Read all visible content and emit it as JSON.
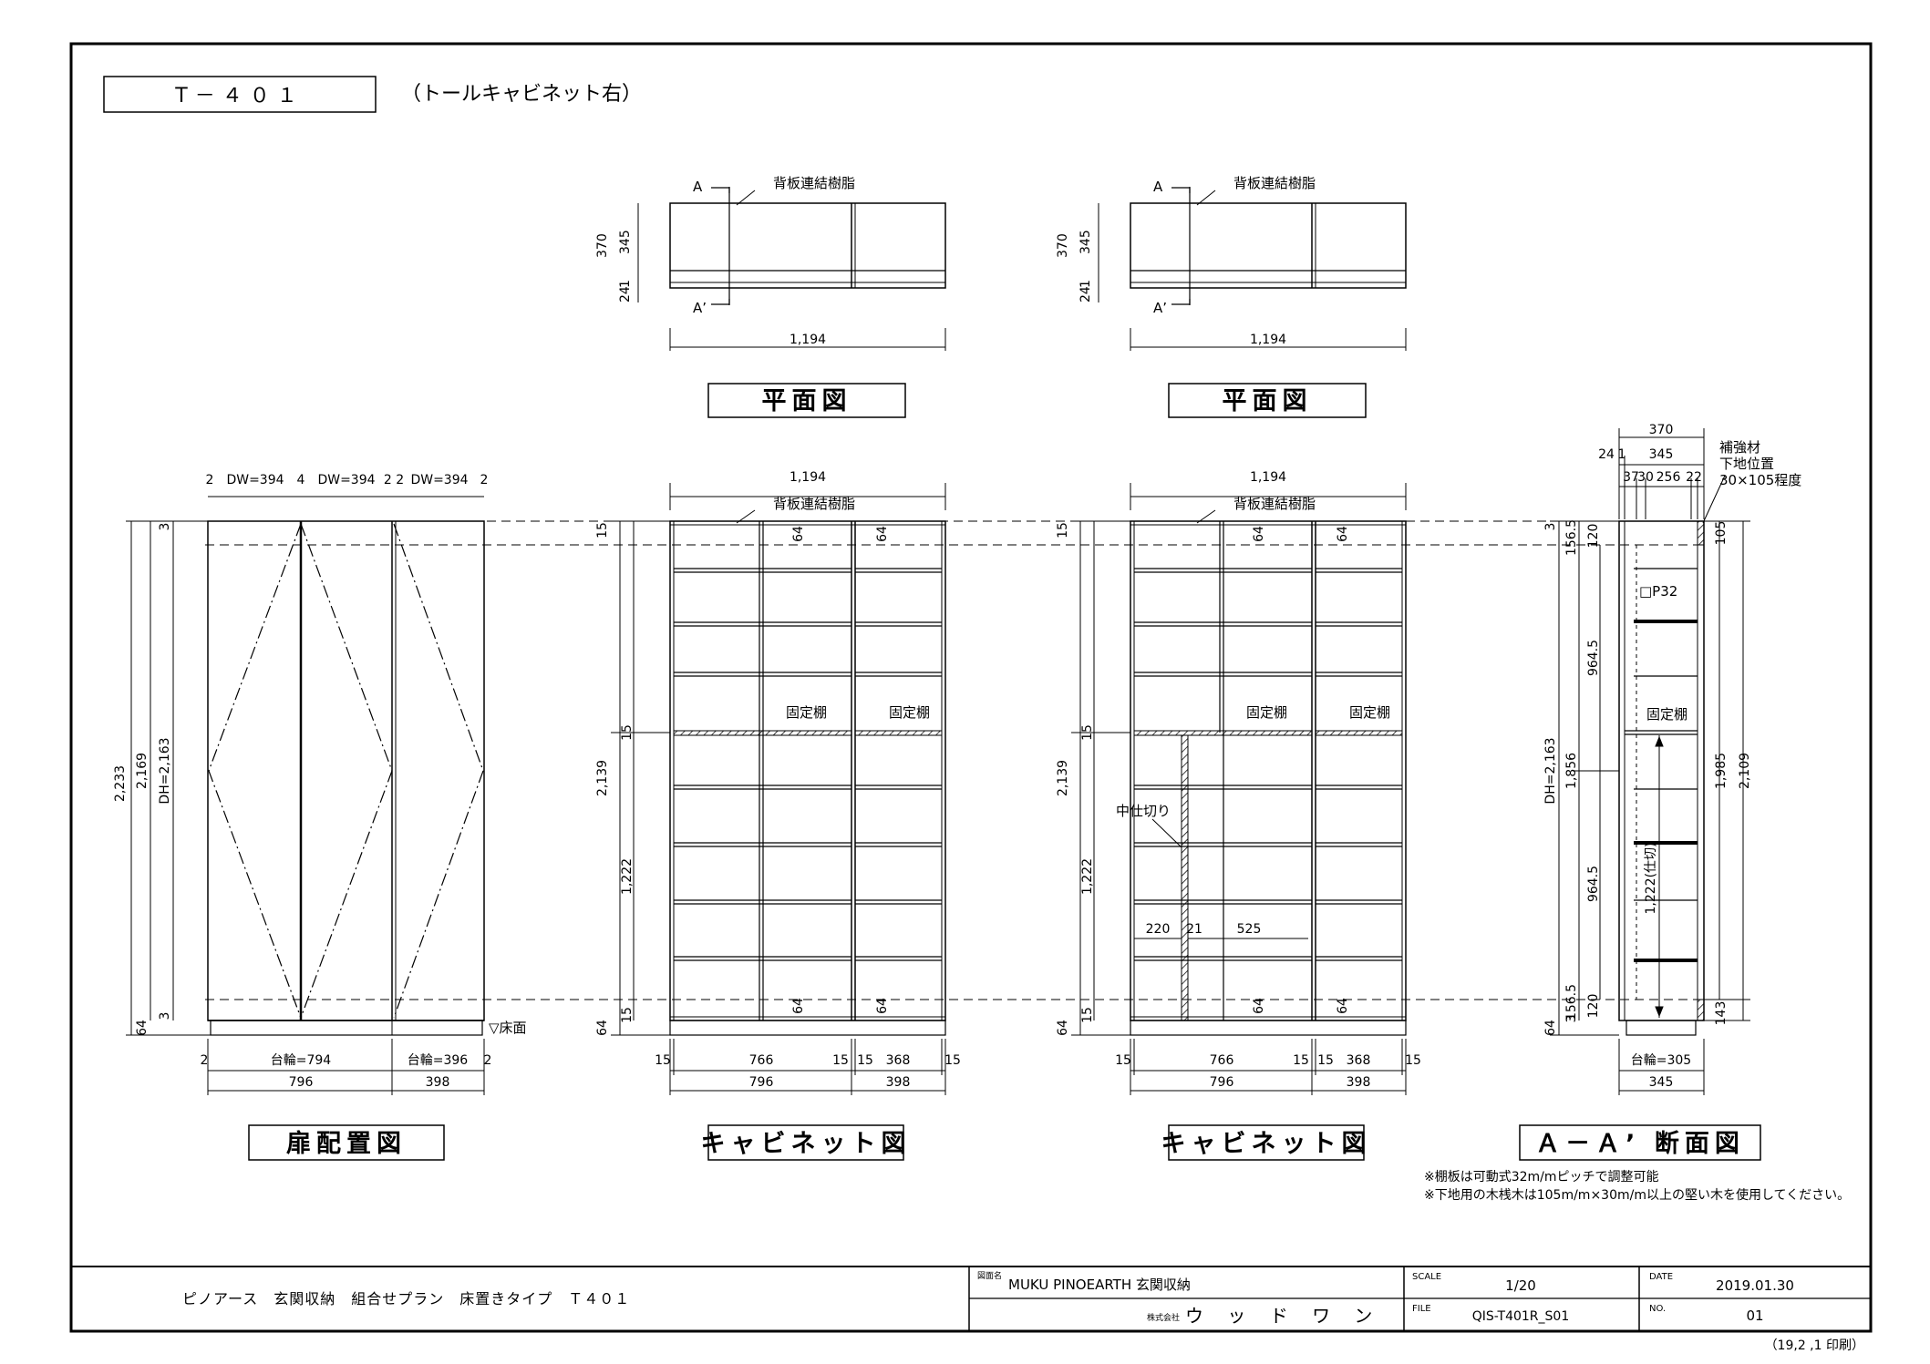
{
  "header": {
    "code": "T－４０１",
    "subtitle": "（トールキャビネット右）"
  },
  "plan_views": [
    {
      "section_a": "A",
      "section_a2": "A’",
      "back_panel": "背板連結樹脂",
      "depth_total": "370",
      "depth_inner": "345",
      "depth_24": "24",
      "depth_1": "1",
      "width": "1,194",
      "title": "平面図"
    },
    {
      "section_a": "A",
      "section_a2": "A’",
      "back_panel": "背板連結樹脂",
      "depth_total": "370",
      "depth_inner": "345",
      "depth_24": "24",
      "depth_1": "1",
      "width": "1,194",
      "title": "平面図"
    }
  ],
  "door_view": {
    "title": "扉配置図",
    "top_gap_left": "2",
    "dw1": "DW=394",
    "gap_mid1": "4",
    "dw2": "DW=394",
    "gap_mid2": "2 2",
    "dw3": "DW=394",
    "top_gap_right": "2",
    "h_total": "2,233",
    "h_2169": "2,169",
    "dh": "DH=2,163",
    "h_3_top": "3",
    "h_3_bottom": "3",
    "h_64": "64",
    "floor": "▽床面",
    "base_gap_left": "2",
    "base_w1": "台輪=794",
    "base_w2": "台輪=396",
    "base_gap_right": "2",
    "w_796": "796",
    "w_398": "398"
  },
  "cabinet_views": [
    {
      "title": "キャビネット図",
      "width": "1,194",
      "back_panel": "背板連結樹脂",
      "fixed_shelf": "固定棚",
      "fixed_shelf2": "固定棚",
      "h_15_top": "15",
      "h_15_mid": "15",
      "h_2139": "2,139",
      "h_1222": "1,222",
      "h_64": "64",
      "h_15_bottom": "15",
      "d64_1": "64",
      "d64_2": "64",
      "d64_3": "64",
      "d64_4": "64",
      "b15_l": "15",
      "b766": "766",
      "b15_m1": "15",
      "b15_m2": "15",
      "b368": "368",
      "b15_r": "15",
      "w_796": "796",
      "w_398": "398"
    },
    {
      "title": "キャビネット図",
      "width": "1,194",
      "back_panel": "背板連結樹脂",
      "fixed_shelf": "固定棚",
      "fixed_shelf2": "固定棚",
      "partition": "中仕切り",
      "p220": "220",
      "p21": "21",
      "p525": "525",
      "h_15_top": "15",
      "h_15_mid": "15",
      "h_2139": "2,139",
      "h_1222": "1,222",
      "h_64": "64",
      "h_15_bottom": "15",
      "d64_1": "64",
      "d64_2": "64",
      "d64_3": "64",
      "d64_4": "64",
      "b15_l": "15",
      "b766": "766",
      "b15_m1": "15",
      "b15_m2": "15",
      "b368": "368",
      "b15_r": "15",
      "w_796": "796",
      "w_398": "398"
    }
  ],
  "section_view": {
    "title": "Ａ－Ａ’ 断面図",
    "d370": "370",
    "d24": "24",
    "d1": "1",
    "d345": "345",
    "d37": "37",
    "d30": "30",
    "d256": "256",
    "d22": "22",
    "reinforce1": "補強材",
    "reinforce2": "下地位置",
    "reinforce3": "30×105程度",
    "h3": "3",
    "h156_top": "156.5",
    "h120_top": "120",
    "h9645_top": "964.5",
    "dh": "DH=2,163",
    "h1856": "1,856",
    "h9645_bot": "964.5",
    "h156_bot": "156.5",
    "h120_bot": "120",
    "h64": "64",
    "h3b": "3",
    "p32": "□P32",
    "fixed_shelf": "固定棚",
    "h1222": "1,222(仕切)",
    "h105": "105",
    "h1985": "1,985",
    "h2109": "2,109",
    "h143": "143",
    "base": "台輪=305",
    "w345": "345"
  },
  "notes": [
    "※棚板は可動式32m/mピッチで調整可能",
    "※下地用の木桟木は105m/m×30m/m以上の堅い木を使用してください。"
  ],
  "title_block": {
    "description": "ピノアース　玄関収納　組合せプラン　床置きタイプ　Ｔ４０１",
    "drawing_name_label": "図面名",
    "drawing_name": "MUKU PINOEARTH 玄関収納",
    "company_label": "株式会社",
    "company": "ウ ッ ド ワ ン",
    "scale_label": "SCALE",
    "scale": "1/20",
    "file_label": "FILE",
    "file": "QIS-T401R_S01",
    "date_label": "DATE",
    "date": "2019.01.30",
    "no_label": "NO.",
    "no": "01"
  },
  "print_stamp": "（19,2 ,1 印刷）",
  "colors": {
    "line": "#000000",
    "paper": "#ffffff"
  }
}
